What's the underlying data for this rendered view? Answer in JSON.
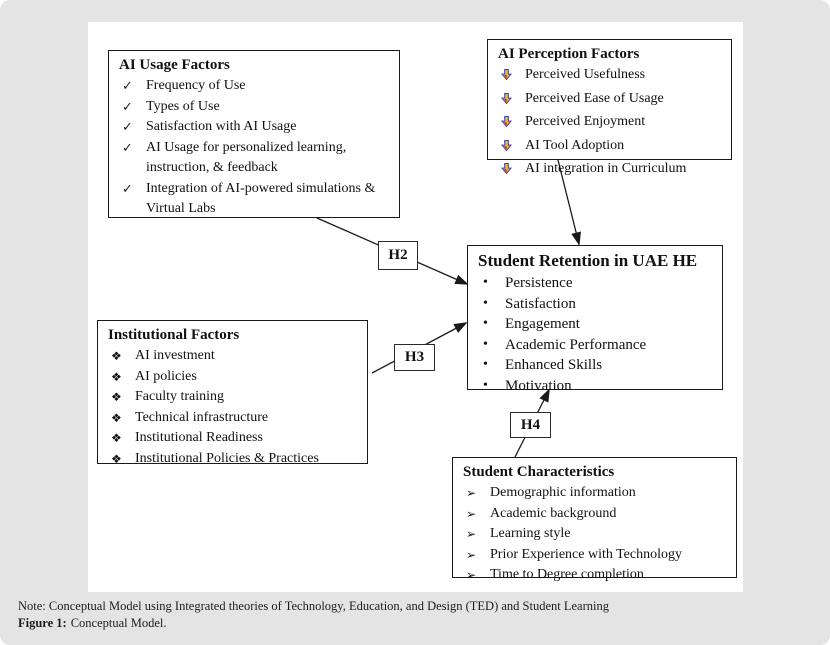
{
  "boxes": {
    "usage": {
      "title": "AI Usage Factors",
      "bullet": "✓",
      "items": [
        "Frequency of Use",
        "Types of Use",
        "Satisfaction with AI Usage",
        "AI Usage for personalized learning, instruction, & feedback",
        "Integration of AI-powered simulations & Virtual Labs"
      ]
    },
    "perception": {
      "title": "AI Perception Factors",
      "bullet": "down-arrow-icon",
      "items": [
        "Perceived Usefulness",
        "Perceived Ease of Usage",
        "Perceived Enjoyment",
        "AI Tool Adoption",
        "AI integration in Curriculum"
      ]
    },
    "retention": {
      "title": "Student Retention in UAE HE",
      "bullet": "•",
      "items": [
        "Persistence",
        "Satisfaction",
        "Engagement",
        "Academic Performance",
        "Enhanced Skills",
        "Motivation"
      ]
    },
    "institutional": {
      "title": "Institutional Factors",
      "bullet": "❖",
      "items": [
        "AI investment",
        "AI policies",
        "Faculty training",
        "Technical infrastructure",
        "Institutional Readiness",
        "Institutional Policies & Practices"
      ]
    },
    "characteristics": {
      "title": "Student Characteristics",
      "bullet": "➢",
      "items": [
        "Demographic information",
        "Academic background",
        "Learning style",
        "Prior Experience with Technology",
        "Time to Degree completion"
      ]
    }
  },
  "hypotheses": {
    "h2": "H2",
    "h3": "H3",
    "h4": "H4"
  },
  "caption": {
    "note": "Note: Conceptual Model using Integrated theories of Technology, Education, and Design (TED) and Student Learning",
    "figure_label": "Figure 1:",
    "figure_title": "Conceptual Model."
  },
  "colors": {
    "canvas_bg": "#e4e4e4",
    "panel_bg": "#ffffff",
    "box_border": "#1a1a1a",
    "arrow": "#1a1a1a",
    "bullet_icon_yellow": "#e8b33a",
    "bullet_icon_red": "#cc2222",
    "bullet_icon_navy": "#3a3a9a"
  }
}
